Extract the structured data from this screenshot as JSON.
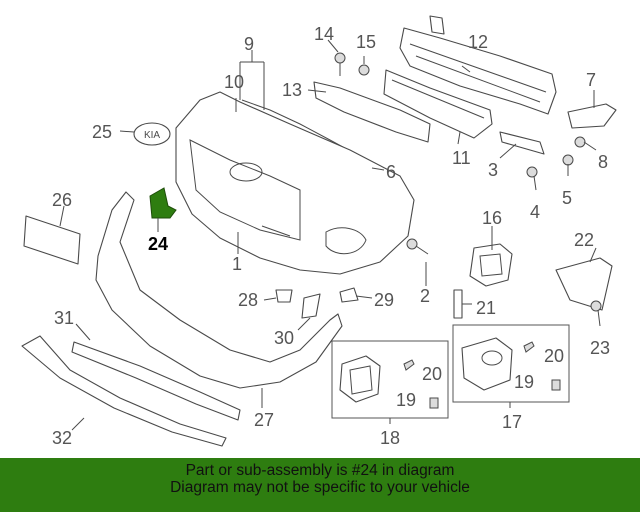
{
  "diagram": {
    "callouts": {
      "c1": "1",
      "c2": "2",
      "c3": "3",
      "c4": "4",
      "c5": "5",
      "c6": "6",
      "c7": "7",
      "c8": "8",
      "c9": "9",
      "c10": "10",
      "c11": "11",
      "c12": "12",
      "c13": "13",
      "c14": "14",
      "c15": "15",
      "c16": "16",
      "c17": "17",
      "c18": "18",
      "c19a": "19",
      "c19b": "19",
      "c20a": "20",
      "c20b": "20",
      "c21": "21",
      "c22": "22",
      "c23": "23",
      "c24": "24",
      "c25": "25",
      "c26": "26",
      "c27": "27",
      "c28": "28",
      "c29": "29",
      "c30": "30",
      "c31": "31",
      "c32": "32"
    },
    "highlight_part": "24",
    "highlight_color": "#2e7d10",
    "emblem_text": "KIA"
  },
  "banner": {
    "line1": "Part or sub-assembly is #24 in diagram",
    "line2": "Diagram may not be specific to your vehicle",
    "background": "#2e7d10"
  }
}
